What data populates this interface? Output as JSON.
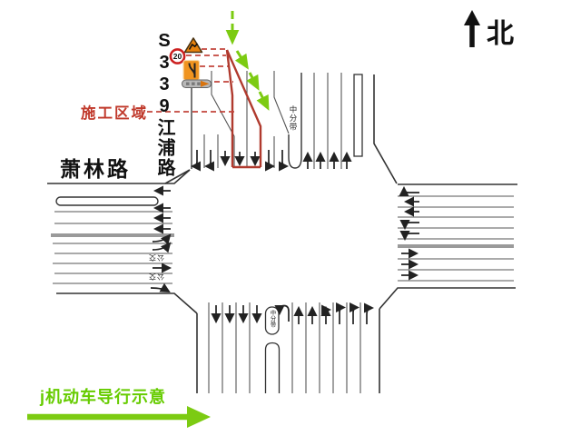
{
  "compass": {
    "label": "北",
    "icon": "north-arrow-icon"
  },
  "roads": {
    "north": {
      "name": "S339江浦路",
      "median_label": "中分带"
    },
    "west": {
      "name": "萧林路",
      "bus_lane_label": "公交"
    },
    "south": {
      "median_label": "中分带"
    }
  },
  "construction": {
    "zone_label": "施工区域",
    "speed_limit": "20",
    "zone_color": "#B03A2E",
    "pointer_color": "#C2463C",
    "signs": [
      "construction-warning-icon",
      "speed-limit-sign",
      "lane-merge-sign-icon",
      "barrier-arrow-sign-icon"
    ]
  },
  "diversion": {
    "label": "j机动车导行示意",
    "label_color": "#66CC00",
    "arrow_color": "#7CCB12"
  }
}
